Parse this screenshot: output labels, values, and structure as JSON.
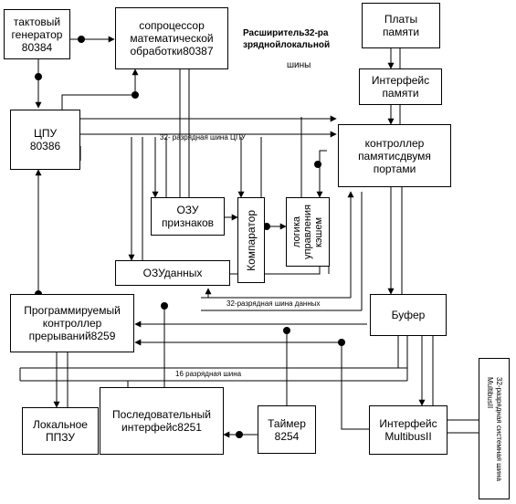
{
  "blocks": {
    "clock_generator": "тактовый\nгенератор\n80384",
    "coprocessor": "сопроцессор\nматематической\nобработки80387",
    "memory_boards": "Платы\nпамяти",
    "memory_interface": "Интерфейс\nпамяти",
    "cpu": "ЦПУ\n80386",
    "memory_controller": "контроллер\nпамятисдвумя\nпортами",
    "tag_ram": "ОЗУ\nпризнаков",
    "comparator": "Компаратор",
    "cache_logic": "логика\nуправления\nкэшем",
    "data_ram": "ОЗУданных",
    "interrupt_controller": "Программируемый\nконтроллер\nпрерываний8259",
    "buffer": "Буфер",
    "local_rom": "Локальное\nППЗУ",
    "serial_interface": "Последовательный\nинтерфейс8251",
    "timer": "Таймер\n8254",
    "multibus_interface": "Интерфейс\nMultibusII"
  },
  "labels": {
    "expander_title": "Расширитель32-ра\nзряднойлокальной",
    "expander_bus": "шины",
    "cpu_bus": "32- разрядная шина ЦПУ",
    "data_bus": "32-разрядная шина данных",
    "bus16": "16 разрядная шина",
    "system_bus": "32-разрядная системная шина\nMultibusII"
  }
}
